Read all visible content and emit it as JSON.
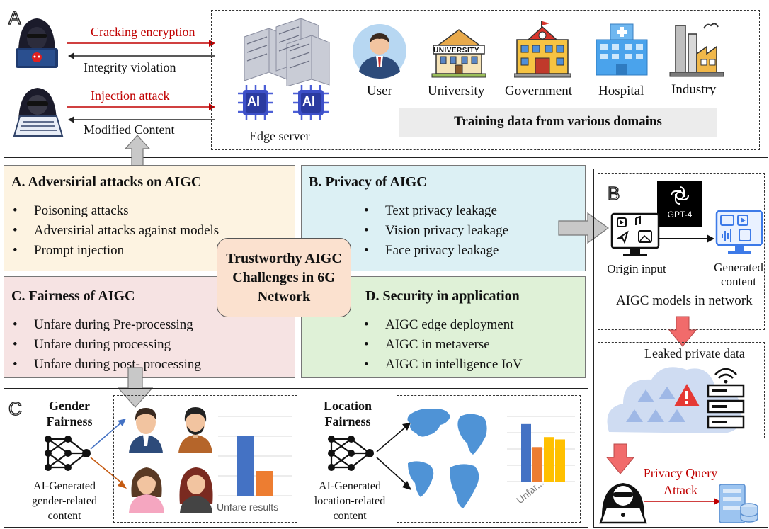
{
  "panel_a": {
    "letter": "A",
    "attacks": [
      {
        "label": "Cracking encryption",
        "back": "Integrity violation"
      },
      {
        "label": "Injection attack",
        "back": "Modified Content"
      }
    ],
    "edge_server_label": "Edge server",
    "chip_label": "AI",
    "domains": [
      "User",
      "University",
      "Government",
      "Hospital",
      "Industry"
    ],
    "university_sign": "UNIVERSITY",
    "training_data_label": "Training data from various domains"
  },
  "challenges": {
    "center_title": "Trustworthy AIGC Challenges in 6G Network",
    "a": {
      "title": "A. Adversirial attacks on AIGC",
      "items": [
        "Poisoning attacks",
        "Adversirial attacks against models",
        "Prompt injection"
      ]
    },
    "b": {
      "title": "B. Privacy of AIGC",
      "items": [
        "Text privacy leakage",
        "Vision privacy leakage",
        "Face privacy leakage"
      ]
    },
    "c": {
      "title": "C. Fairness of AIGC",
      "items": [
        "Unfare during Pre-processing",
        "Unfare during processing",
        "Unfare during post- processing"
      ]
    },
    "d": {
      "title": "D.  Security in application",
      "items": [
        "AIGC edge deployment",
        "AIGC in metaverse",
        "AIGC in intelligence IoV"
      ]
    }
  },
  "panel_b": {
    "letter": "B",
    "gpt_label": "GPT-4",
    "origin_label": "Origin input",
    "generated_label": "Generated content",
    "models_label": "AIGC models in network",
    "leaked_label": "Leaked private data",
    "attack_label": "Privacy Query Attack"
  },
  "panel_c": {
    "letter": "C",
    "gender_title": "Gender Fairness",
    "gender_caption": "AI-Generated gender-related content",
    "gender_result_label": "Unfare results",
    "location_title": "Location Fairness",
    "location_caption": "AI-Generated location-related content",
    "location_result_label": "Unfar..."
  },
  "colors": {
    "red": "#c00000",
    "blue": "#4472c4",
    "orange": "#ed7d31",
    "yellow": "#ffc000",
    "gray_arrow": "#c8c8c8",
    "pink_arrow": "#f16b6b"
  },
  "chart_data": [
    {
      "type": "bar",
      "categories": [
        "",
        ""
      ],
      "values": [
        60,
        25
      ],
      "colors": [
        "#4472c4",
        "#ed7d31"
      ],
      "xlabel": "Unfare results",
      "ylim": [
        0,
        80
      ],
      "grid": true
    },
    {
      "type": "bar",
      "categories": [
        "",
        "",
        "",
        ""
      ],
      "values": [
        75,
        45,
        58,
        55
      ],
      "colors": [
        "#4472c4",
        "#ed7d31",
        "#ffc000",
        "#ffc000"
      ],
      "xlabel": "Unfar...",
      "ylim": [
        0,
        85
      ],
      "grid": true
    }
  ]
}
